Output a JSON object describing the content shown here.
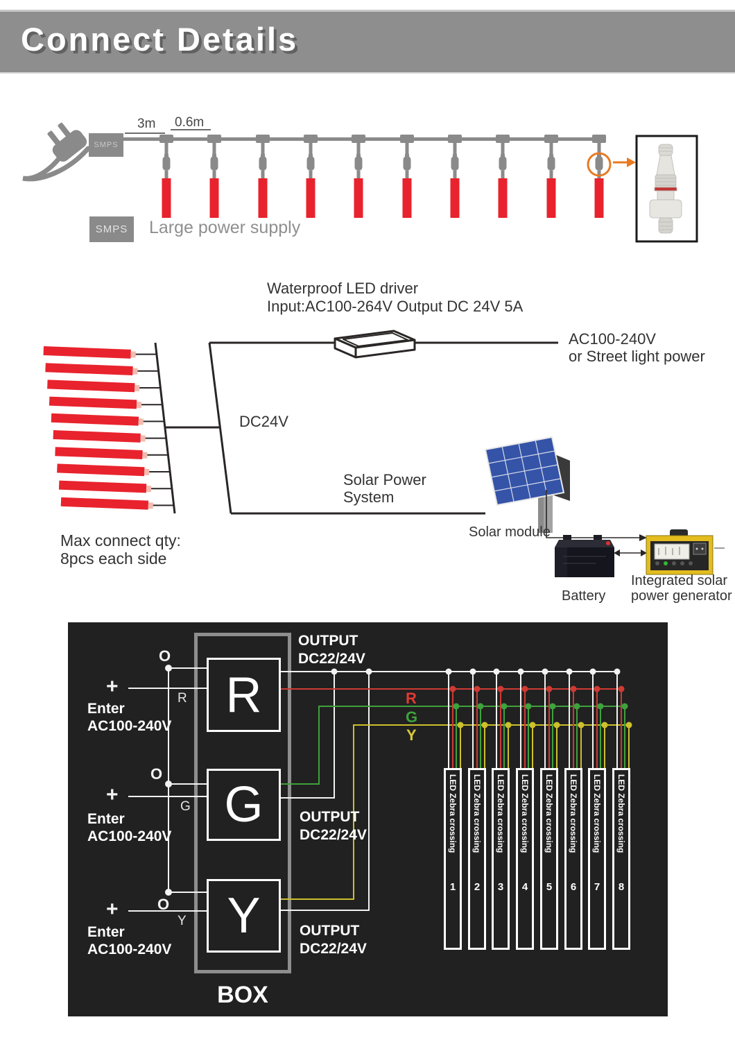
{
  "header": {
    "title": "Connect Details"
  },
  "top": {
    "smps_label": "SMPS",
    "dim1": "3m",
    "dim2": "0.6m",
    "legend_label": "SMPS",
    "legend_text": "Large power supply",
    "drop_count": 10,
    "wire_color": "#8a8a8a",
    "led_color": "#e8232d",
    "tip_color": "#f2bcb0",
    "accent_orange": "#e87a22"
  },
  "mid": {
    "driver_title": "Waterproof LED driver",
    "driver_spec": "Input:AC100-264V Output DC 24V 5A",
    "ac_label_1": "AC100-240V",
    "ac_label_2": "or Street light power",
    "dc_label": "DC24V",
    "solar_1": "Solar Power",
    "solar_2": "System",
    "solar_module": "Solar module",
    "battery": "Battery",
    "generator_1": "Integrated solar",
    "generator_2": "power generator",
    "max_1": "Max connect qty:",
    "max_2": "8pcs each side",
    "fan_bar_count": 10
  },
  "panel": {
    "box_label": "BOX",
    "units": [
      {
        "letter": "R",
        "o": "O",
        "plus": "+",
        "phase": "R",
        "enter": "Enter",
        "volt": "AC100-240V",
        "out1": "OUTPUT",
        "out2": "DC22/24V"
      },
      {
        "letter": "G",
        "o": "O",
        "plus": "+",
        "phase": "G",
        "enter": "Enter",
        "volt": "AC100-240V",
        "out1": "OUTPUT",
        "out2": "DC22/24V"
      },
      {
        "letter": "Y",
        "o": "O",
        "plus": "+",
        "phase": "Y",
        "enter": "Enter",
        "volt": "AC100-240V",
        "out1": "OUTPUT",
        "out2": "DC22/24V"
      }
    ],
    "bus_labels": [
      {
        "t": "R",
        "c": "#e03a34"
      },
      {
        "t": "G",
        "c": "#3fa23c"
      },
      {
        "t": "Y",
        "c": "#d8c93a"
      }
    ],
    "wire_colors": {
      "white": "#f2f2f2",
      "red": "#cf3a33",
      "green": "#3fa23c",
      "yellow": "#cdc02c"
    },
    "zebra": [
      {
        "label": "LED Zebra crossing",
        "num": "1"
      },
      {
        "label": "LED Zebra crossing",
        "num": "2"
      },
      {
        "label": "LED Zebra crossing",
        "num": "3"
      },
      {
        "label": "LED Zebra crossing",
        "num": "4"
      },
      {
        "label": "LED Zebra crossing",
        "num": "5"
      },
      {
        "label": "LED Zebra crossing",
        "num": "6"
      },
      {
        "label": "LED Zebra crossing",
        "num": "7"
      },
      {
        "label": "LED Zebra crossing",
        "num": "8"
      }
    ]
  }
}
